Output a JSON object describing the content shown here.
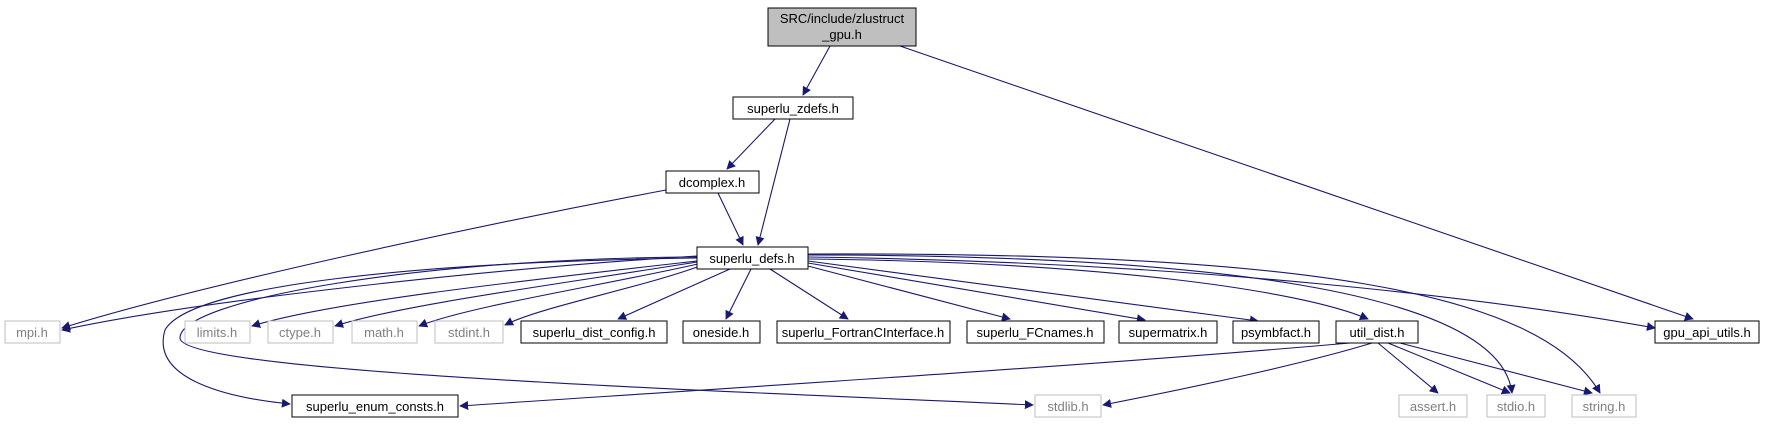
{
  "colors": {
    "edge": "#191970",
    "node_border": "#000000",
    "external_border": "#bfbfbf",
    "external_text": "#7f7f7f",
    "root_fill": "#bfbfbf"
  },
  "nodes": {
    "root": {
      "line1": "SRC/include/zlustruct",
      "line2": "_gpu.h",
      "kind": "root"
    },
    "zdefs": {
      "label": "superlu_zdefs.h",
      "kind": "local"
    },
    "dcomplex": {
      "label": "dcomplex.h",
      "kind": "local"
    },
    "defs": {
      "label": "superlu_defs.h",
      "kind": "local"
    },
    "mpi": {
      "label": "mpi.h",
      "kind": "external"
    },
    "limits": {
      "label": "limits.h",
      "kind": "external"
    },
    "ctype": {
      "label": "ctype.h",
      "kind": "external"
    },
    "math": {
      "label": "math.h",
      "kind": "external"
    },
    "stdint": {
      "label": "stdint.h",
      "kind": "external"
    },
    "distconfig": {
      "label": "superlu_dist_config.h",
      "kind": "local"
    },
    "oneside": {
      "label": "oneside.h",
      "kind": "local"
    },
    "fortran": {
      "label": "superlu_FortranCInterface.h",
      "kind": "local"
    },
    "fcnames": {
      "label": "superlu_FCnames.h",
      "kind": "local"
    },
    "supermatrix": {
      "label": "supermatrix.h",
      "kind": "local"
    },
    "psymbfact": {
      "label": "psymbfact.h",
      "kind": "local"
    },
    "utildist": {
      "label": "util_dist.h",
      "kind": "local"
    },
    "gpuapi": {
      "label": "gpu_api_utils.h",
      "kind": "local"
    },
    "enumconsts": {
      "label": "superlu_enum_consts.h",
      "kind": "local"
    },
    "stdlib": {
      "label": "stdlib.h",
      "kind": "external"
    },
    "assert": {
      "label": "assert.h",
      "kind": "external"
    },
    "stdio": {
      "label": "stdio.h",
      "kind": "external"
    },
    "string": {
      "label": "string.h",
      "kind": "external"
    }
  },
  "edges": [
    [
      "root",
      "zdefs"
    ],
    [
      "root",
      "gpuapi"
    ],
    [
      "zdefs",
      "dcomplex"
    ],
    [
      "zdefs",
      "defs"
    ],
    [
      "dcomplex",
      "defs"
    ],
    [
      "dcomplex",
      "mpi"
    ],
    [
      "defs",
      "mpi"
    ],
    [
      "defs",
      "limits"
    ],
    [
      "defs",
      "ctype"
    ],
    [
      "defs",
      "math"
    ],
    [
      "defs",
      "stdint"
    ],
    [
      "defs",
      "distconfig"
    ],
    [
      "defs",
      "oneside"
    ],
    [
      "defs",
      "fortran"
    ],
    [
      "defs",
      "fcnames"
    ],
    [
      "defs",
      "supermatrix"
    ],
    [
      "defs",
      "psymbfact"
    ],
    [
      "defs",
      "utildist"
    ],
    [
      "defs",
      "gpuapi"
    ],
    [
      "defs",
      "enumconsts"
    ],
    [
      "defs",
      "stdlib"
    ],
    [
      "defs",
      "stdio"
    ],
    [
      "defs",
      "string"
    ],
    [
      "utildist",
      "enumconsts"
    ],
    [
      "utildist",
      "stdlib"
    ],
    [
      "utildist",
      "assert"
    ],
    [
      "utildist",
      "stdio"
    ],
    [
      "utildist",
      "string"
    ]
  ]
}
